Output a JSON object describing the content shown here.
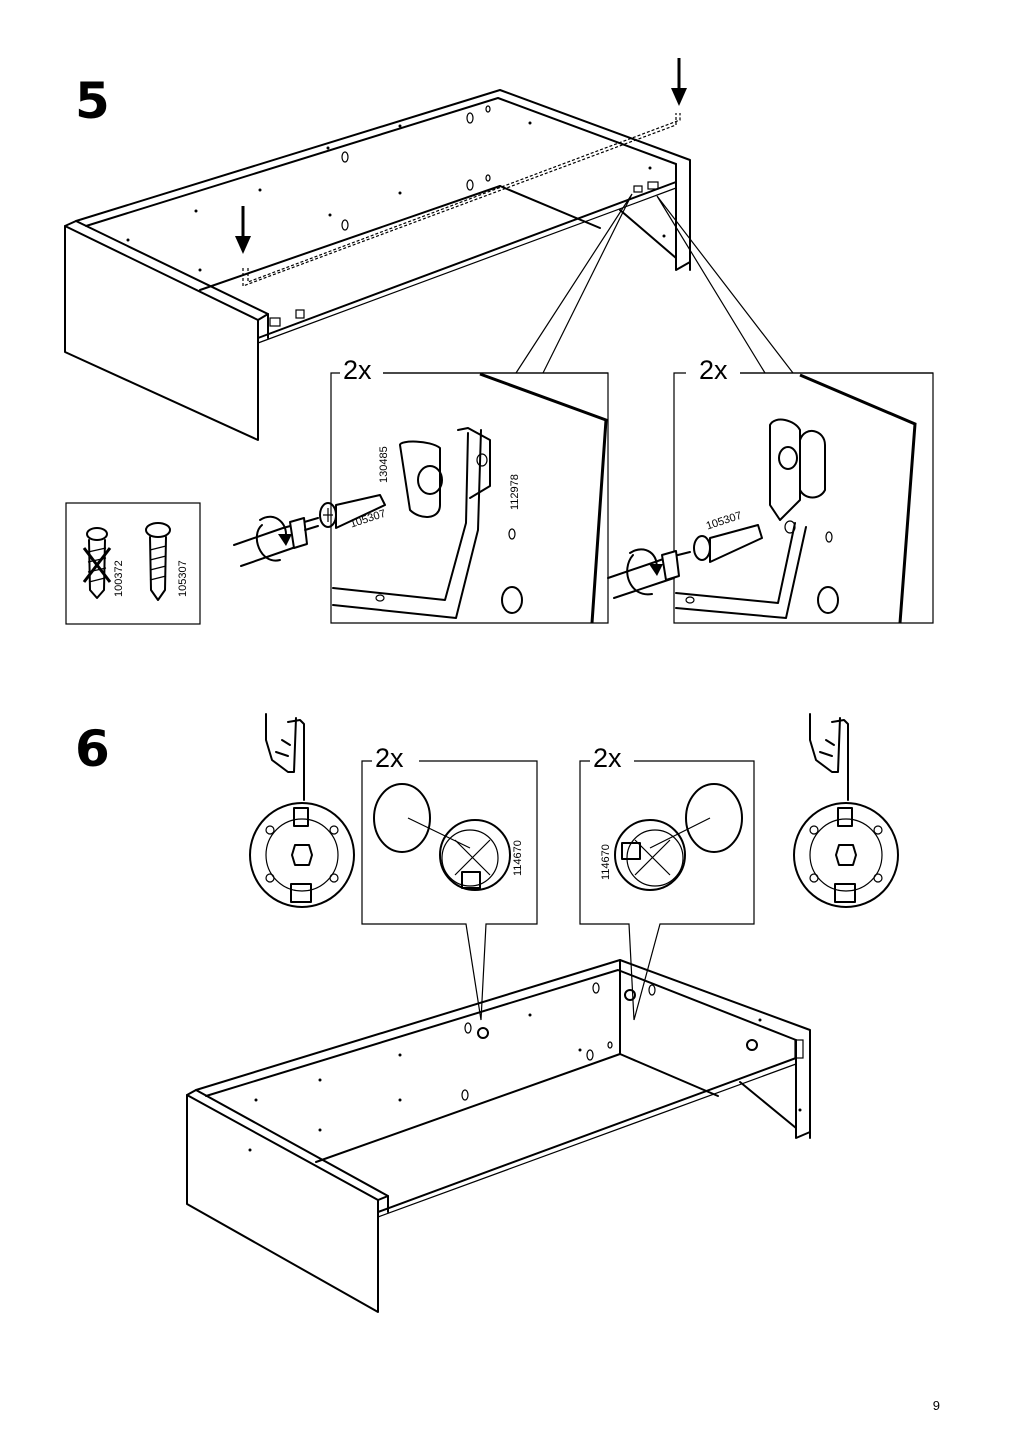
{
  "page": {
    "number": "9"
  },
  "step5": {
    "number": "5",
    "callout_left": {
      "quantity": "2x",
      "part_ids": [
        "130485",
        "105307",
        "112978"
      ]
    },
    "callout_right": {
      "quantity": "2x",
      "part_id": "105307"
    },
    "screw_legend": {
      "wrong_part": "100372",
      "correct_part": "105307"
    }
  },
  "step6": {
    "number": "6",
    "callout_left": {
      "quantity": "2x",
      "part_id": "114670"
    },
    "callout_right": {
      "quantity": "2x",
      "part_id": "114670"
    }
  },
  "icons": [
    "down-arrow-icon",
    "screwdriver-icon",
    "rotate-arrow-icon",
    "screw-icon",
    "cross-icon",
    "hand-pointing-icon",
    "cam-lock-icon"
  ]
}
